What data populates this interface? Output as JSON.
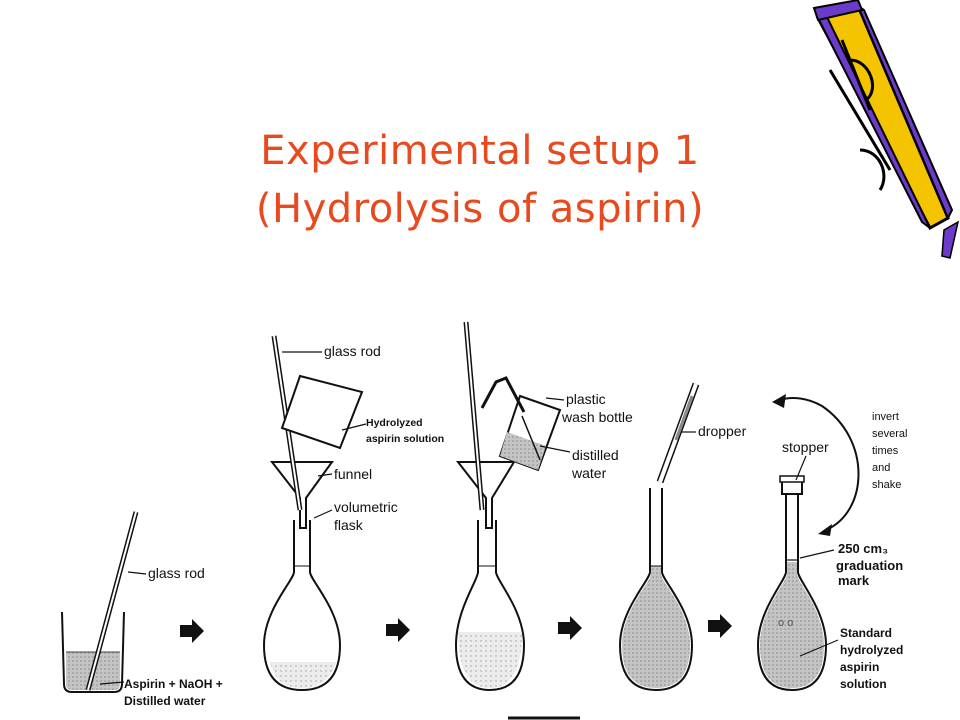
{
  "title": {
    "line1": "Experimental setup 1",
    "line2": "(Hydrolysis of aspirin)"
  },
  "colors": {
    "title": "#e8491d",
    "pencil_yellow": "#f5c400",
    "pencil_purple": "#6b3cc9",
    "ink": "#111111",
    "solution": "#b9b9b9"
  },
  "icons": {
    "decoration": "pencil-icon",
    "step": "arrow-right-icon"
  },
  "labels": {
    "beaker_rod": "glass rod",
    "beaker_contents_1": "Aspirin + NaOH +",
    "beaker_contents_2": "Distilled water",
    "step2_rod": "glass rod",
    "step2_solution_1": "Hydrolyzed",
    "step2_solution_2": "aspirin solution",
    "step2_funnel": "funnel",
    "step2_flask_1": "volumetric",
    "step2_flask_2": "flask",
    "step3_bottle_1": "plastic",
    "step3_bottle_2": "wash bottle",
    "step3_water_1": "distilled",
    "step3_water_2": "water",
    "step4_dropper": "dropper",
    "step5_stopper": "stopper",
    "step5_invert_1": "invert",
    "step5_invert_2": "several",
    "step5_invert_3": "times",
    "step5_invert_4": "and",
    "step5_invert_5": "shake",
    "step5_mark_1": "250 cm₃",
    "step5_mark_2": "graduation",
    "step5_mark_3": "mark",
    "step5_solution_1": "Standard",
    "step5_solution_2": "hydrolyzed",
    "step5_solution_3": "aspirin",
    "step5_solution_4": "solution"
  }
}
